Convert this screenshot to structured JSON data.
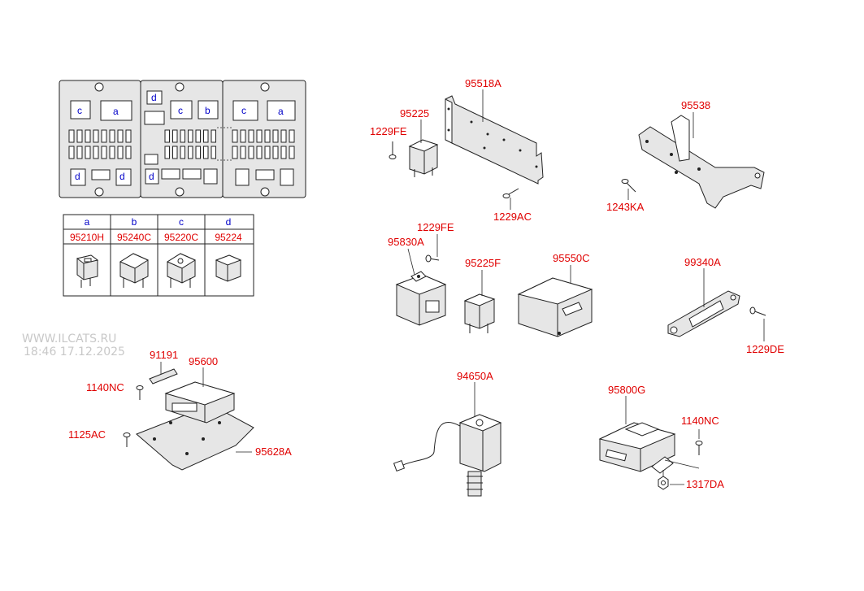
{
  "watermark": {
    "site": "WWW.ILCATS.RU",
    "stamp": "18:46 17.12.2025"
  },
  "fuse_box": {
    "slots": {
      "a": "a",
      "b": "b",
      "c": "c",
      "d": "d"
    }
  },
  "legend": {
    "columns": [
      {
        "key": "a",
        "part": "95210H"
      },
      {
        "key": "b",
        "part": "95240C"
      },
      {
        "key": "c",
        "part": "95220C"
      },
      {
        "key": "d",
        "part": "95224"
      }
    ]
  },
  "callouts": {
    "p95518A": "95518A",
    "p95225": "95225",
    "p1229FE_a": "1229FE",
    "p1229AC": "1229AC",
    "p95538": "95538",
    "p1243KA": "1243KA",
    "p1229FE_b": "1229FE",
    "p95830A": "95830A",
    "p95225F": "95225F",
    "p95550C": "95550C",
    "p99340A": "99340A",
    "p1229DE": "1229DE",
    "p91191": "91191",
    "p95600": "95600",
    "p1140NC_a": "1140NC",
    "p1125AC": "1125AC",
    "p95628A": "95628A",
    "p94650A": "94650A",
    "p95800G": "95800G",
    "p1140NC_b": "1140NC",
    "p1317DA": "1317DA"
  }
}
